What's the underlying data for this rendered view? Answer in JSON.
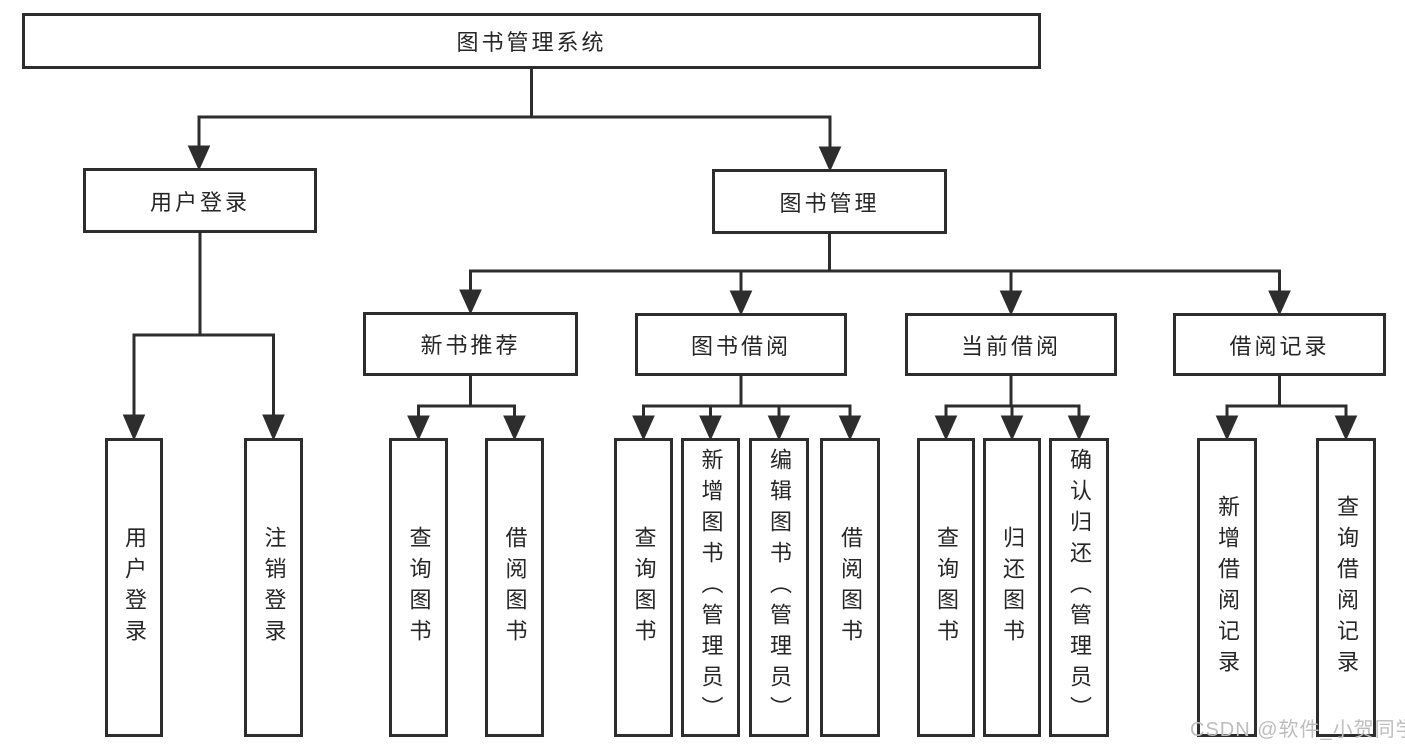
{
  "diagram_title": "图书管理系统",
  "tree": {
    "label": "图书管理系统",
    "children": [
      {
        "label": "用户登录",
        "children": [
          {
            "label": "用户登录"
          },
          {
            "label": "注销登录"
          }
        ]
      },
      {
        "label": "图书管理",
        "children": [
          {
            "label": "新书推荐",
            "children": [
              {
                "label": "查询图书"
              },
              {
                "label": "借阅图书"
              }
            ]
          },
          {
            "label": "图书借阅",
            "children": [
              {
                "label": "查询图书"
              },
              {
                "label": "新增图书（管理员）"
              },
              {
                "label": "编辑图书（管理员）"
              },
              {
                "label": "借阅图书"
              }
            ]
          },
          {
            "label": "当前借阅",
            "children": [
              {
                "label": "查询图书"
              },
              {
                "label": "归还图书"
              },
              {
                "label": "确认归还（管理员）"
              }
            ]
          },
          {
            "label": "借阅记录",
            "children": [
              {
                "label": "新增借阅记录"
              },
              {
                "label": "查询借阅记录"
              }
            ]
          }
        ]
      }
    ]
  },
  "watermark": "CSDN @软件_小贺同学",
  "colors": {
    "line": "#2d2d2d",
    "box_border": "#2d2d2d",
    "text": "#262626",
    "watermark": "#bdbdbd",
    "background": "#ffffff"
  }
}
